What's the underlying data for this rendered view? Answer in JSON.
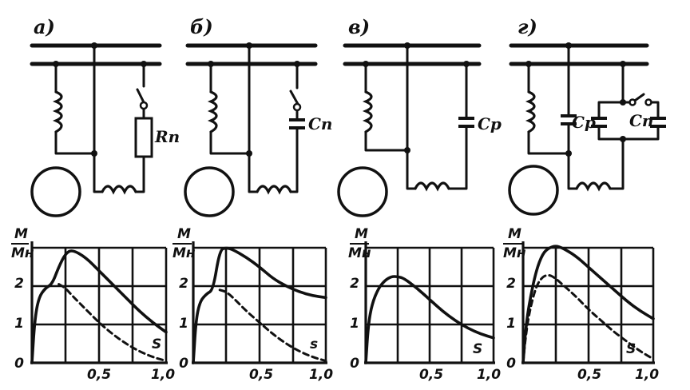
{
  "panels": [
    {
      "id": "a",
      "label": "а)",
      "component": "Rп",
      "chart_data": {
        "type": "line",
        "ylabel_num": "M",
        "ylabel_den": "Mн",
        "xlabel": "S",
        "xlim": [
          0,
          1.0
        ],
        "ylim": [
          0,
          3
        ],
        "x_ticks": [
          "0,5",
          "1,0"
        ],
        "y_ticks": [
          "0",
          "1",
          "2"
        ],
        "series": [
          {
            "style": "solid",
            "x": [
              0.0,
              0.02,
              0.05,
              0.1,
              0.15,
              0.2,
              0.25,
              0.3,
              0.4,
              0.5,
              0.6,
              0.7,
              0.8,
              0.9,
              1.0
            ],
            "y": [
              0.0,
              1.1,
              1.7,
              1.95,
              2.05,
              2.5,
              2.85,
              2.95,
              2.75,
              2.4,
              2.05,
              1.7,
              1.35,
              1.05,
              0.8
            ]
          },
          {
            "style": "dashed",
            "x": [
              0.2,
              0.25,
              0.3,
              0.4,
              0.5,
              0.6,
              0.7,
              0.8,
              0.9,
              1.0
            ],
            "y": [
              2.05,
              1.95,
              1.75,
              1.4,
              1.05,
              0.75,
              0.5,
              0.3,
              0.15,
              0.05
            ]
          }
        ]
      }
    },
    {
      "id": "b",
      "label": "б)",
      "component": "Cп",
      "chart_data": {
        "type": "line",
        "ylabel_num": "M",
        "ylabel_den": "Mн",
        "xlabel": "s",
        "xlim": [
          0,
          1.0
        ],
        "ylim": [
          0,
          3
        ],
        "x_ticks": [
          "0,5",
          "1,0"
        ],
        "y_ticks": [
          "0",
          "1",
          "2"
        ],
        "series": [
          {
            "style": "solid",
            "x": [
              0.0,
              0.02,
              0.05,
              0.1,
              0.15,
              0.2,
              0.25,
              0.3,
              0.4,
              0.5,
              0.6,
              0.7,
              0.8,
              0.9,
              1.0
            ],
            "y": [
              0.0,
              1.1,
              1.6,
              1.8,
              1.9,
              2.95,
              3.0,
              2.95,
              2.75,
              2.5,
              2.2,
              2.0,
              1.85,
              1.75,
              1.7
            ]
          },
          {
            "style": "dashed",
            "x": [
              0.2,
              0.25,
              0.3,
              0.4,
              0.5,
              0.6,
              0.7,
              0.8,
              0.9,
              1.0
            ],
            "y": [
              1.9,
              1.85,
              1.7,
              1.35,
              1.05,
              0.75,
              0.5,
              0.3,
              0.15,
              0.05
            ]
          }
        ]
      }
    },
    {
      "id": "v",
      "label": "в)",
      "component": "Cр",
      "chart_data": {
        "type": "line",
        "ylabel_num": "M",
        "ylabel_den": "Mн",
        "xlabel": "S",
        "xlim": [
          0,
          1.0
        ],
        "ylim": [
          0,
          3
        ],
        "x_ticks": [
          "0,5",
          "1,0"
        ],
        "y_ticks": [
          "0",
          "1",
          "2"
        ],
        "series": [
          {
            "style": "solid",
            "x": [
              0.0,
              0.02,
              0.05,
              0.1,
              0.15,
              0.2,
              0.25,
              0.3,
              0.4,
              0.5,
              0.6,
              0.7,
              0.8,
              0.9,
              1.0
            ],
            "y": [
              0.0,
              1.0,
              1.55,
              1.95,
              2.15,
              2.25,
              2.25,
              2.2,
              1.95,
              1.65,
              1.35,
              1.1,
              0.9,
              0.75,
              0.65
            ]
          }
        ]
      }
    },
    {
      "id": "g",
      "label": "г)",
      "component_1": "Cр",
      "component_2": "Cп",
      "chart_data": {
        "type": "line",
        "ylabel_num": "M",
        "ylabel_den": "Mн",
        "xlabel": "S",
        "xlim": [
          0,
          1.0
        ],
        "ylim": [
          0,
          3
        ],
        "x_ticks": [
          "0,5",
          "1,0"
        ],
        "y_ticks": [
          "0",
          "1",
          "2"
        ],
        "series": [
          {
            "style": "solid",
            "x": [
              0.0,
              0.02,
              0.05,
              0.1,
              0.15,
              0.2,
              0.25,
              0.3,
              0.4,
              0.5,
              0.6,
              0.7,
              0.8,
              0.9,
              1.0
            ],
            "y": [
              0.0,
              0.9,
              1.6,
              2.4,
              2.85,
              3.0,
              3.05,
              3.0,
              2.8,
              2.5,
              2.2,
              1.9,
              1.6,
              1.35,
              1.15
            ]
          },
          {
            "style": "dashed",
            "x": [
              0.0,
              0.02,
              0.05,
              0.1,
              0.15,
              0.2,
              0.25,
              0.3,
              0.4,
              0.5,
              0.6,
              0.7,
              0.8,
              0.9,
              1.0
            ],
            "y": [
              0.0,
              0.7,
              1.35,
              2.0,
              2.25,
              2.3,
              2.2,
              2.05,
              1.75,
              1.4,
              1.1,
              0.8,
              0.55,
              0.3,
              0.1
            ]
          }
        ]
      }
    }
  ]
}
